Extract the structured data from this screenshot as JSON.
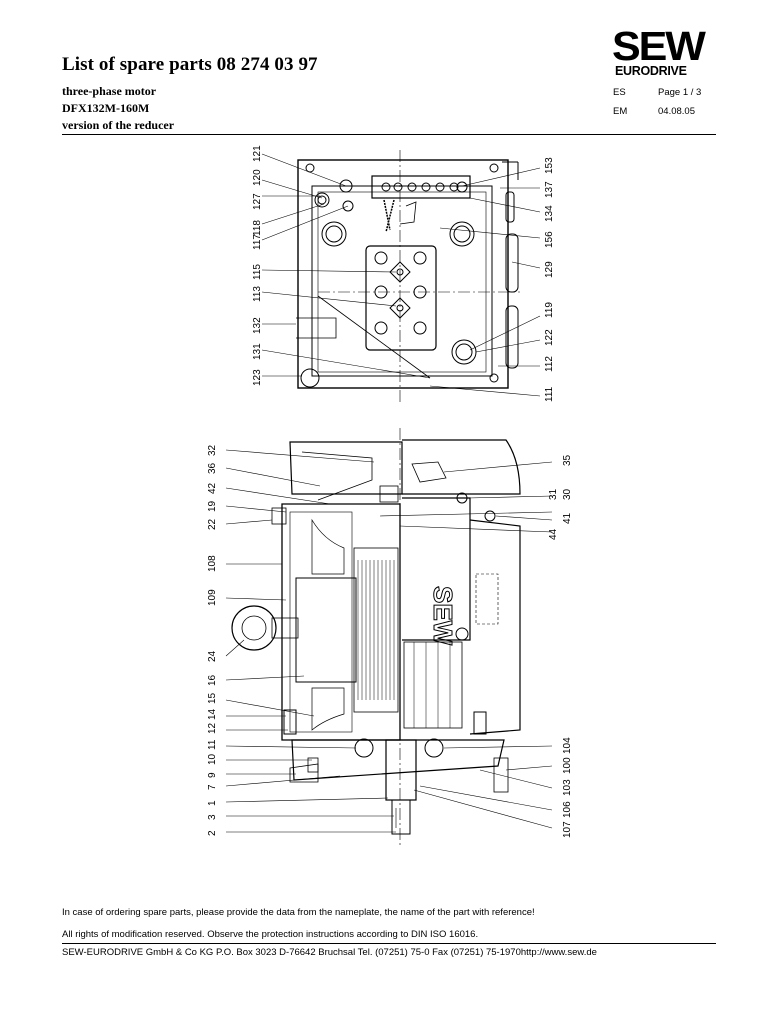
{
  "header": {
    "title": "List of spare parts 08 274 03 97",
    "lines": [
      "three-phase motor",
      "DFX132M-160M",
      "version of the reducer"
    ],
    "logo_main": "SEW",
    "logo_sub": "EURODRIVE",
    "meta": [
      {
        "label": "ES",
        "value": "Page 1 / 3"
      },
      {
        "label": "EM",
        "value": "04.08.05"
      }
    ]
  },
  "top_view": {
    "labels_left": [
      "121",
      "120",
      "127",
      "118",
      "117",
      "115",
      "113",
      "132",
      "131",
      "123"
    ],
    "labels_right": [
      "153",
      "137",
      "134",
      "156",
      "129",
      "119",
      "122",
      "112",
      "111"
    ]
  },
  "side_view": {
    "labels_left": [
      "32",
      "36",
      "42",
      "19",
      "22",
      "108",
      "109",
      "24",
      "16",
      "15",
      "14",
      "12",
      "11",
      "10",
      "9",
      "7",
      "1",
      "3",
      "2"
    ],
    "labels_right": [
      "35",
      "30",
      "31",
      "41",
      "44",
      "104",
      "100",
      "103",
      "106",
      "107"
    ]
  },
  "notes": {
    "ordering": "In case of ordering spare parts, please provide the data from the nameplate, the name of the part with reference!",
    "rights": "All rights of modification reserved. Observe the protection instructions according to DIN ISO 16016."
  },
  "footer": "SEW-EURODRIVE GmbH & Co KG P.O. Box 3023 D-76642 Bruchsal Tel. (07251) 75-0 Fax (07251) 75-1970http://www.sew.de"
}
